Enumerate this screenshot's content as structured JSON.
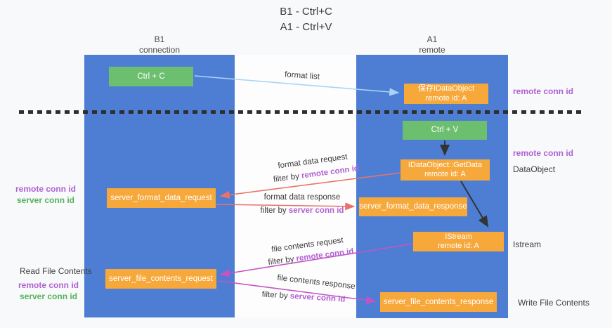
{
  "title": {
    "line1": "B1 - Ctrl+C",
    "line2": "A1 - Ctrl+V"
  },
  "columns": {
    "left": {
      "name": "B1",
      "subtitle": "connection"
    },
    "right": {
      "name": "A1",
      "subtitle": "remote"
    }
  },
  "boxes": {
    "ctrl_c": "Ctrl + C",
    "save_idataobject": {
      "line1": "保存IDataObject",
      "line2": "remote id: A"
    },
    "ctrl_v": "Ctrl + V",
    "getdata": {
      "line1": "IDataObject::GetData",
      "line2": "remote id: A"
    },
    "format_request": "server_format_data_request",
    "format_response": "server_format_data_response",
    "istream": {
      "line1": "IStream",
      "line2": "remote id: A"
    },
    "file_request": "server_file_contents_request",
    "file_response": "server_file_contents_response"
  },
  "arrow_labels": {
    "format_list": "format list",
    "format_data_request": "format data request",
    "format_data_response": "format data response",
    "file_contents_request": "file contents request",
    "file_contents_response": "file contents response",
    "filter_prefix": "filter by ",
    "remote_conn_id": "remote conn id",
    "server_conn_id": "server conn id"
  },
  "side_labels": {
    "right_remote_conn_top": "remote conn id",
    "right_remote_conn_mid": "remote conn id",
    "data_object": "DataObject",
    "istream": "Istream",
    "write_file_contents": "Write File Contents",
    "left_remote_conn_mid": "remote conn id",
    "left_server_conn_mid": "server conn id",
    "read_file_contents": "Read File Contents",
    "left_remote_conn_bottom": "remote conn id",
    "left_server_conn_bottom": "server conn id"
  },
  "colors": {
    "lifeline_blue": "#4d7ed3",
    "box_orange": "#f7a83b",
    "box_green": "#6dbf70",
    "arrow_red": "#e8736b",
    "arrow_magenta": "#c653c6",
    "arrow_lightblue": "#a9d5f5",
    "arrow_black": "#333333",
    "label_purple": "#b061d1",
    "label_green": "#56b15c"
  }
}
